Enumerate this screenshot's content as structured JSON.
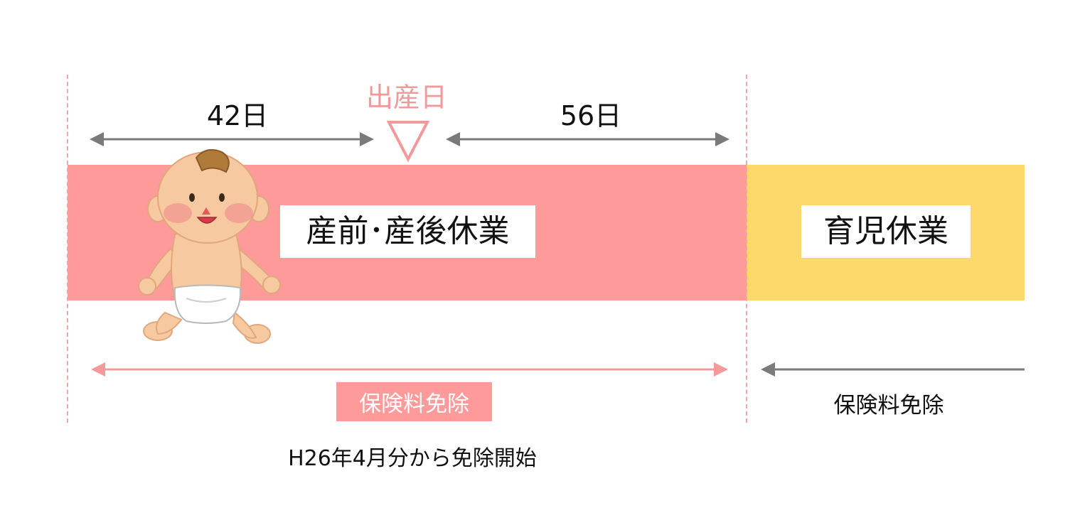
{
  "period_before": "42日",
  "birth_day": "出産日",
  "period_after": "56日",
  "maternity_leave": "産前･産後休業",
  "childcare_leave": "育児休業",
  "exemption_maternity": "保険料免除",
  "exemption_childcare": "保険料免除",
  "exemption_start_note": "H26年4月分から免除開始",
  "colors": {
    "maternity_band": "#ff9a9a",
    "childcare_band": "#fdd96a",
    "gray_arrow": "#7a7a7a",
    "pink_arrow": "#f39a9a"
  },
  "icons": [
    "baby-illustration",
    "birth-marker-triangle-icon"
  ]
}
